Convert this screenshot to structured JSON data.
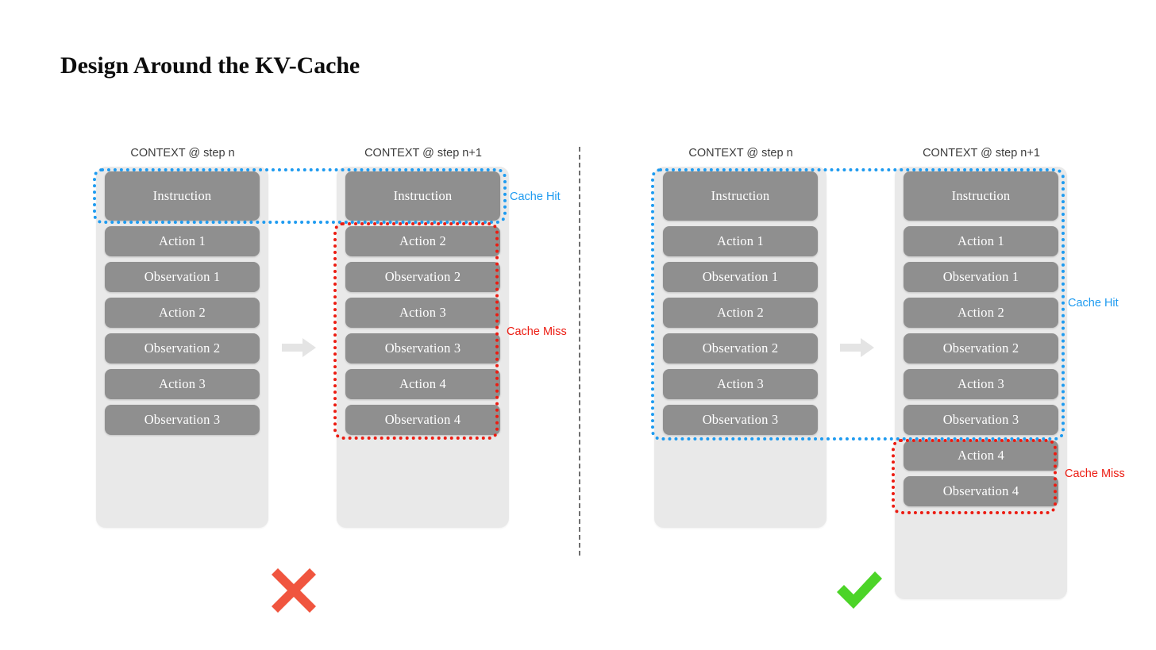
{
  "title": "Design Around the KV-Cache",
  "colors": {
    "cache_hit": "#1e9bf0",
    "cache_miss": "#ec1c12",
    "block_fill": "#8f8f8f",
    "stack_fill": "#e9e9e9",
    "cross_mark": "#f0553f",
    "check_mark": "#4cd428",
    "divider": "#6e6e6e"
  },
  "annotations": {
    "cache_hit": "Cache Hit",
    "cache_miss": "Cache Miss"
  },
  "icons": {
    "flow_arrow": "arrow-right-icon",
    "cross": "cross-mark-icon",
    "check": "check-mark-icon"
  },
  "panels": [
    {
      "id": "bad",
      "verdict": "cross-mark-icon",
      "columns": [
        {
          "header": "CONTEXT @ step n",
          "blocks": [
            {
              "label": "Instruction",
              "tall": true
            },
            {
              "label": "Action 1",
              "tall": false
            },
            {
              "label": "Observation 1",
              "tall": false
            },
            {
              "label": "Action 2",
              "tall": false
            },
            {
              "label": "Observation 2",
              "tall": false
            },
            {
              "label": "Action 3",
              "tall": false
            },
            {
              "label": "Observation 3",
              "tall": false
            }
          ]
        },
        {
          "header": "CONTEXT @ step n+1",
          "blocks": [
            {
              "label": "Instruction",
              "tall": true
            },
            {
              "label": "Action 2",
              "tall": false
            },
            {
              "label": "Observation 2",
              "tall": false
            },
            {
              "label": "Action 3",
              "tall": false
            },
            {
              "label": "Observation 3",
              "tall": false
            },
            {
              "label": "Action 4",
              "tall": false
            },
            {
              "label": "Observation 4",
              "tall": false
            }
          ]
        }
      ],
      "highlights": {
        "hit": "spans both columns, Instruction row only",
        "miss": "column 2, Action 2 through Observation 4"
      }
    },
    {
      "id": "good",
      "verdict": "check-mark-icon",
      "columns": [
        {
          "header": "CONTEXT @ step n",
          "blocks": [
            {
              "label": "Instruction",
              "tall": true
            },
            {
              "label": "Action 1",
              "tall": false
            },
            {
              "label": "Observation 1",
              "tall": false
            },
            {
              "label": "Action 2",
              "tall": false
            },
            {
              "label": "Observation 2",
              "tall": false
            },
            {
              "label": "Action 3",
              "tall": false
            },
            {
              "label": "Observation 3",
              "tall": false
            }
          ]
        },
        {
          "header": "CONTEXT @ step n+1",
          "blocks": [
            {
              "label": "Instruction",
              "tall": true
            },
            {
              "label": "Action 1",
              "tall": false
            },
            {
              "label": "Observation 1",
              "tall": false
            },
            {
              "label": "Action 2",
              "tall": false
            },
            {
              "label": "Observation 2",
              "tall": false
            },
            {
              "label": "Action 3",
              "tall": false
            },
            {
              "label": "Observation 3",
              "tall": false
            },
            {
              "label": "Action 4",
              "tall": false
            },
            {
              "label": "Observation 4",
              "tall": false
            }
          ]
        }
      ],
      "highlights": {
        "hit": "spans both columns, Instruction through Observation 3",
        "miss": "column 2, Action 4 and Observation 4"
      }
    }
  ]
}
